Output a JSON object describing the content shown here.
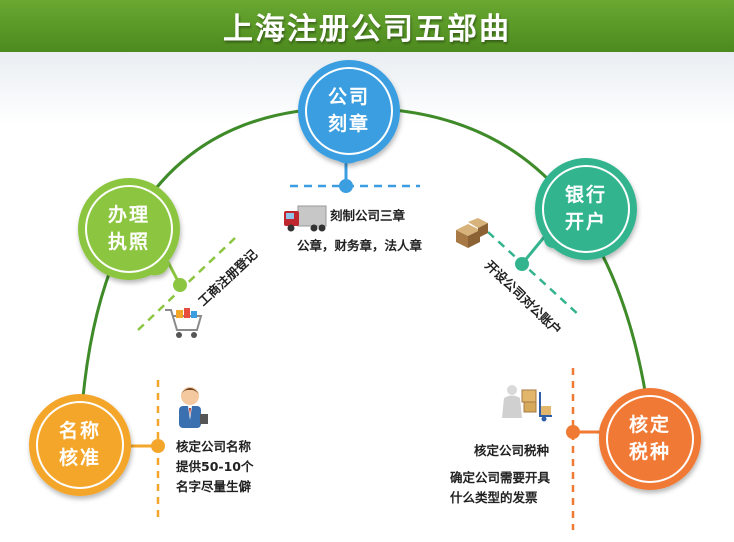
{
  "title": "上海注册公司五部曲",
  "colors": {
    "banner": "#5a9a26",
    "arc": "#3f8b2a",
    "step1": "#f4a62a",
    "step2": "#8cc641",
    "step3": "#3b9ee0",
    "step4": "#33b48f",
    "step5": "#f07a34"
  },
  "steps": [
    {
      "line1": "名称",
      "line2": "核准",
      "icon": "businessman-icon",
      "desc": [
        "核定公司名称",
        "提供50-10个",
        "名字尽量生僻"
      ]
    },
    {
      "line1": "办理",
      "line2": "执照",
      "icon": "shopping-cart-icon",
      "desc": [
        "工商注册登记"
      ]
    },
    {
      "line1": "公司",
      "line2": "刻章",
      "icon": "truck-icon",
      "desc": [
        "刻制公司三章",
        "公章，财务章，法人章"
      ]
    },
    {
      "line1": "银行",
      "line2": "开户",
      "icon": "boxes-icon",
      "desc": [
        "开设公司对公账户"
      ]
    },
    {
      "line1": "核定",
      "line2": "税种",
      "icon": "delivery-person-icon",
      "desc": [
        "核定公司税种",
        "确定公司需要开具",
        "什么类型的发票"
      ]
    }
  ]
}
